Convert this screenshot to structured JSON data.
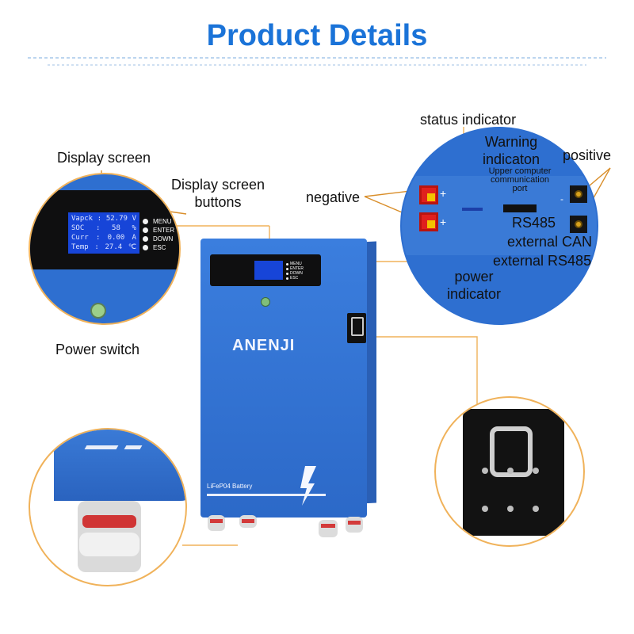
{
  "header": {
    "title": "Product Details"
  },
  "callouts": {
    "display_screen": "Display screen",
    "display_buttons_l1": "Display screen",
    "display_buttons_l2": "buttons",
    "power_switch": "Power switch",
    "status_indicator": "status indicator",
    "warning_l1": "Warning",
    "warning_l2": "indicaton",
    "positive": "positive",
    "negative": "negative",
    "upper_l1": "Upper computer",
    "upper_l2": "communication",
    "upper_l3": "port",
    "rs485": "RS485",
    "ext_can": "external CAN",
    "ext_rs485": "external RS485",
    "power_ind_l1": "power",
    "power_ind_l2": "indicator"
  },
  "lcd": {
    "rows": [
      {
        "name": "Vapck",
        "sep": ":",
        "value": "52.79",
        "unit": "V"
      },
      {
        "name": "SOC",
        "sep": ":",
        "value": "58",
        "unit": "%"
      },
      {
        "name": "Curr",
        "sep": ":",
        "value": "0.00",
        "unit": "A"
      },
      {
        "name": "Temp",
        "sep": ":",
        "value": "27.4",
        "unit": "℃"
      }
    ]
  },
  "display_buttons": [
    "MENU",
    "ENTER",
    "DOWN",
    "ESC"
  ],
  "battery": {
    "brand": "ANENJI",
    "model": "LiFeP04  Battery",
    "small_buttons": [
      "MENU",
      "ENTER",
      "DOWN",
      "ESC"
    ]
  },
  "terminal_signs": {
    "plus": "+",
    "minus": "-"
  },
  "colors": {
    "title": "#1a73d8",
    "battery_blue": "#2e6fd0",
    "callout_line": "#f0b25a",
    "lcd_blue": "#1745d8"
  }
}
